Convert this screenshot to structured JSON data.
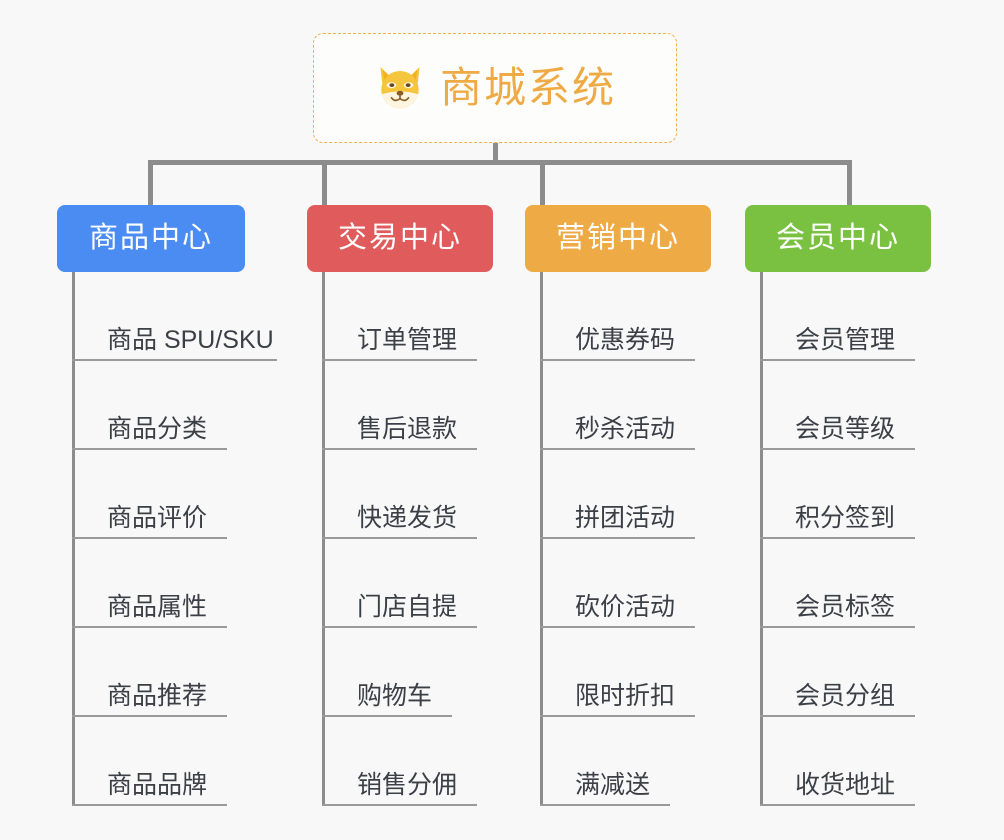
{
  "diagram": {
    "title": "商城系统",
    "root": {
      "label": "商城系统",
      "icon": "shiba-dog-face-icon",
      "border_color": "#f0b04a",
      "text_color": "#eeaa44",
      "background": "#fdfdfb"
    },
    "background_color": "#f8f8f8",
    "connector_color": "#8c8c8c",
    "leaf_text_color": "#3b3f46",
    "leaf_rule_color": "#9a9a9a",
    "branches": [
      {
        "label": "商品中心",
        "color": "#4a8cf2",
        "items": [
          "商品 SPU/SKU",
          "商品分类",
          "商品评价",
          "商品属性",
          "商品推荐",
          "商品品牌"
        ]
      },
      {
        "label": "交易中心",
        "color": "#e05c5c",
        "items": [
          "订单管理",
          "售后退款",
          "快递发货",
          "门店自提",
          "购物车",
          "销售分佣"
        ]
      },
      {
        "label": "营销中心",
        "color": "#eeaa44",
        "items": [
          "优惠券码",
          "秒杀活动",
          "拼团活动",
          "砍价活动",
          "限时折扣",
          "满减送"
        ]
      },
      {
        "label": "会员中心",
        "color": "#7ac142",
        "items": [
          "会员管理",
          "会员等级",
          "积分签到",
          "会员标签",
          "会员分组",
          "收货地址"
        ]
      }
    ]
  }
}
